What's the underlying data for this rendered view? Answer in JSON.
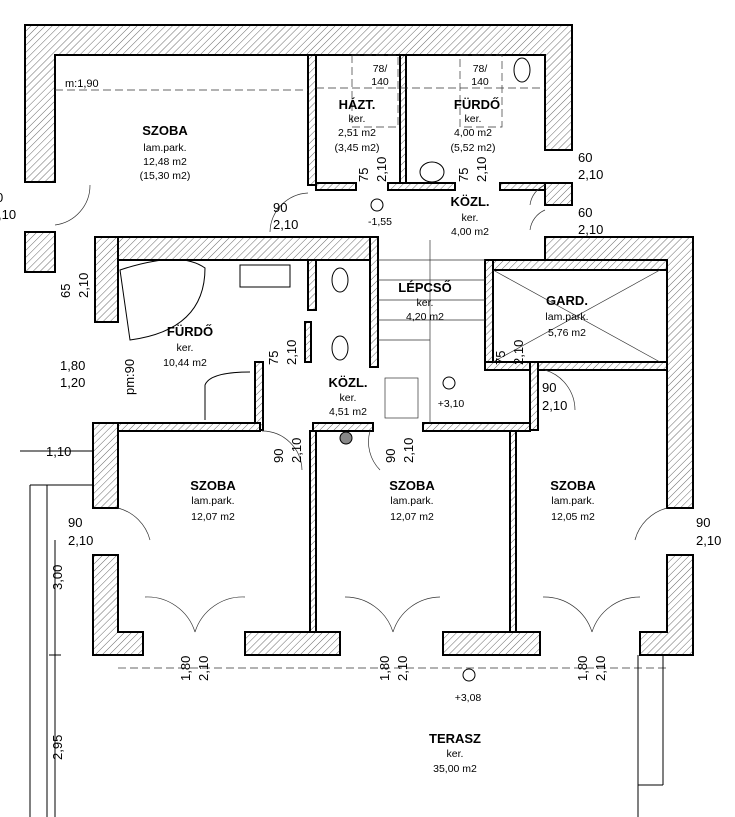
{
  "rooms": {
    "szoba_nw": {
      "name": "SZOBA",
      "floor": "lam.park.",
      "area": "12,48 m2",
      "gross": "(15,30 m2)",
      "headroom": "m:1,90"
    },
    "hazt": {
      "name": "HÁZT.",
      "floor": "ker.",
      "area": "2,51 m2",
      "gross": "(3,45 m2)",
      "appliance": "78/",
      "appliance2": "140"
    },
    "furdo_n": {
      "name": "FÜRDŐ",
      "floor": "ker.",
      "area": "4,00 m2",
      "gross": "(5,52 m2)",
      "appliance": "78/",
      "appliance2": "140"
    },
    "kozl_n": {
      "name": "KÖZL.",
      "floor": "ker.",
      "area": "4,00 m2"
    },
    "furdo_w": {
      "name": "FÜRDŐ",
      "floor": "ker.",
      "area": "10,44 m2",
      "sill": "pm:90"
    },
    "lepcso": {
      "name": "LÉPCSŐ",
      "floor": "ker.",
      "area": "4,20 m2"
    },
    "gard": {
      "name": "GARD.",
      "floor": "lam.park.",
      "area": "5,76 m2"
    },
    "kozl_s": {
      "name": "KÖZL.",
      "floor": "ker.",
      "area": "4,51 m2"
    },
    "szoba_sw": {
      "name": "SZOBA",
      "floor": "lam.park.",
      "area": "12,07 m2"
    },
    "szoba_sm": {
      "name": "SZOBA",
      "floor": "lam.park.",
      "area": "12,07 m2"
    },
    "szoba_se": {
      "name": "SZOBA",
      "floor": "lam.park.",
      "area": "12,05 m2"
    },
    "terasz": {
      "name": "TERASZ",
      "floor": "ker.",
      "area": "35,00 m2"
    }
  },
  "levels": {
    "kozl_n": "-1,55",
    "kozl_s": "+3,10",
    "terasz": "+3,08"
  },
  "openings": {
    "w_left_top": [
      "0",
      ",10"
    ],
    "d_szoba_nw": [
      "90",
      "2,10"
    ],
    "d_hazt": [
      "75",
      "2,10"
    ],
    "d_furdo_n": [
      "75",
      "2,10"
    ],
    "w_furdo_n": [
      "60",
      "2,10"
    ],
    "w_kozl_n": [
      "60",
      "2,10"
    ],
    "w_furdo_w_small": [
      "65",
      "2,10"
    ],
    "w_furdo_w": [
      "1,80",
      "1,20"
    ],
    "d_furdo_w": [
      "75",
      "2,10"
    ],
    "d_gard": [
      "75",
      "2,10"
    ],
    "d_szoba_se_hall": [
      "90",
      "2,10"
    ],
    "d_szoba_sw": [
      "90",
      "2,10"
    ],
    "d_szoba_sm": [
      "90",
      "2,10"
    ],
    "w_szoba_sw": [
      "90",
      "2,10"
    ],
    "w_szoba_se": [
      "90",
      "2,10"
    ],
    "dd_sw": [
      "1,80",
      "2,10"
    ],
    "dd_sm": [
      "1,80",
      "2,10"
    ],
    "dd_se": [
      "1,80",
      "2,10"
    ]
  },
  "dimensions": {
    "wall_offset": "1,10",
    "terrace_depth_1": "3,00",
    "terrace_depth_2": "2,95"
  }
}
